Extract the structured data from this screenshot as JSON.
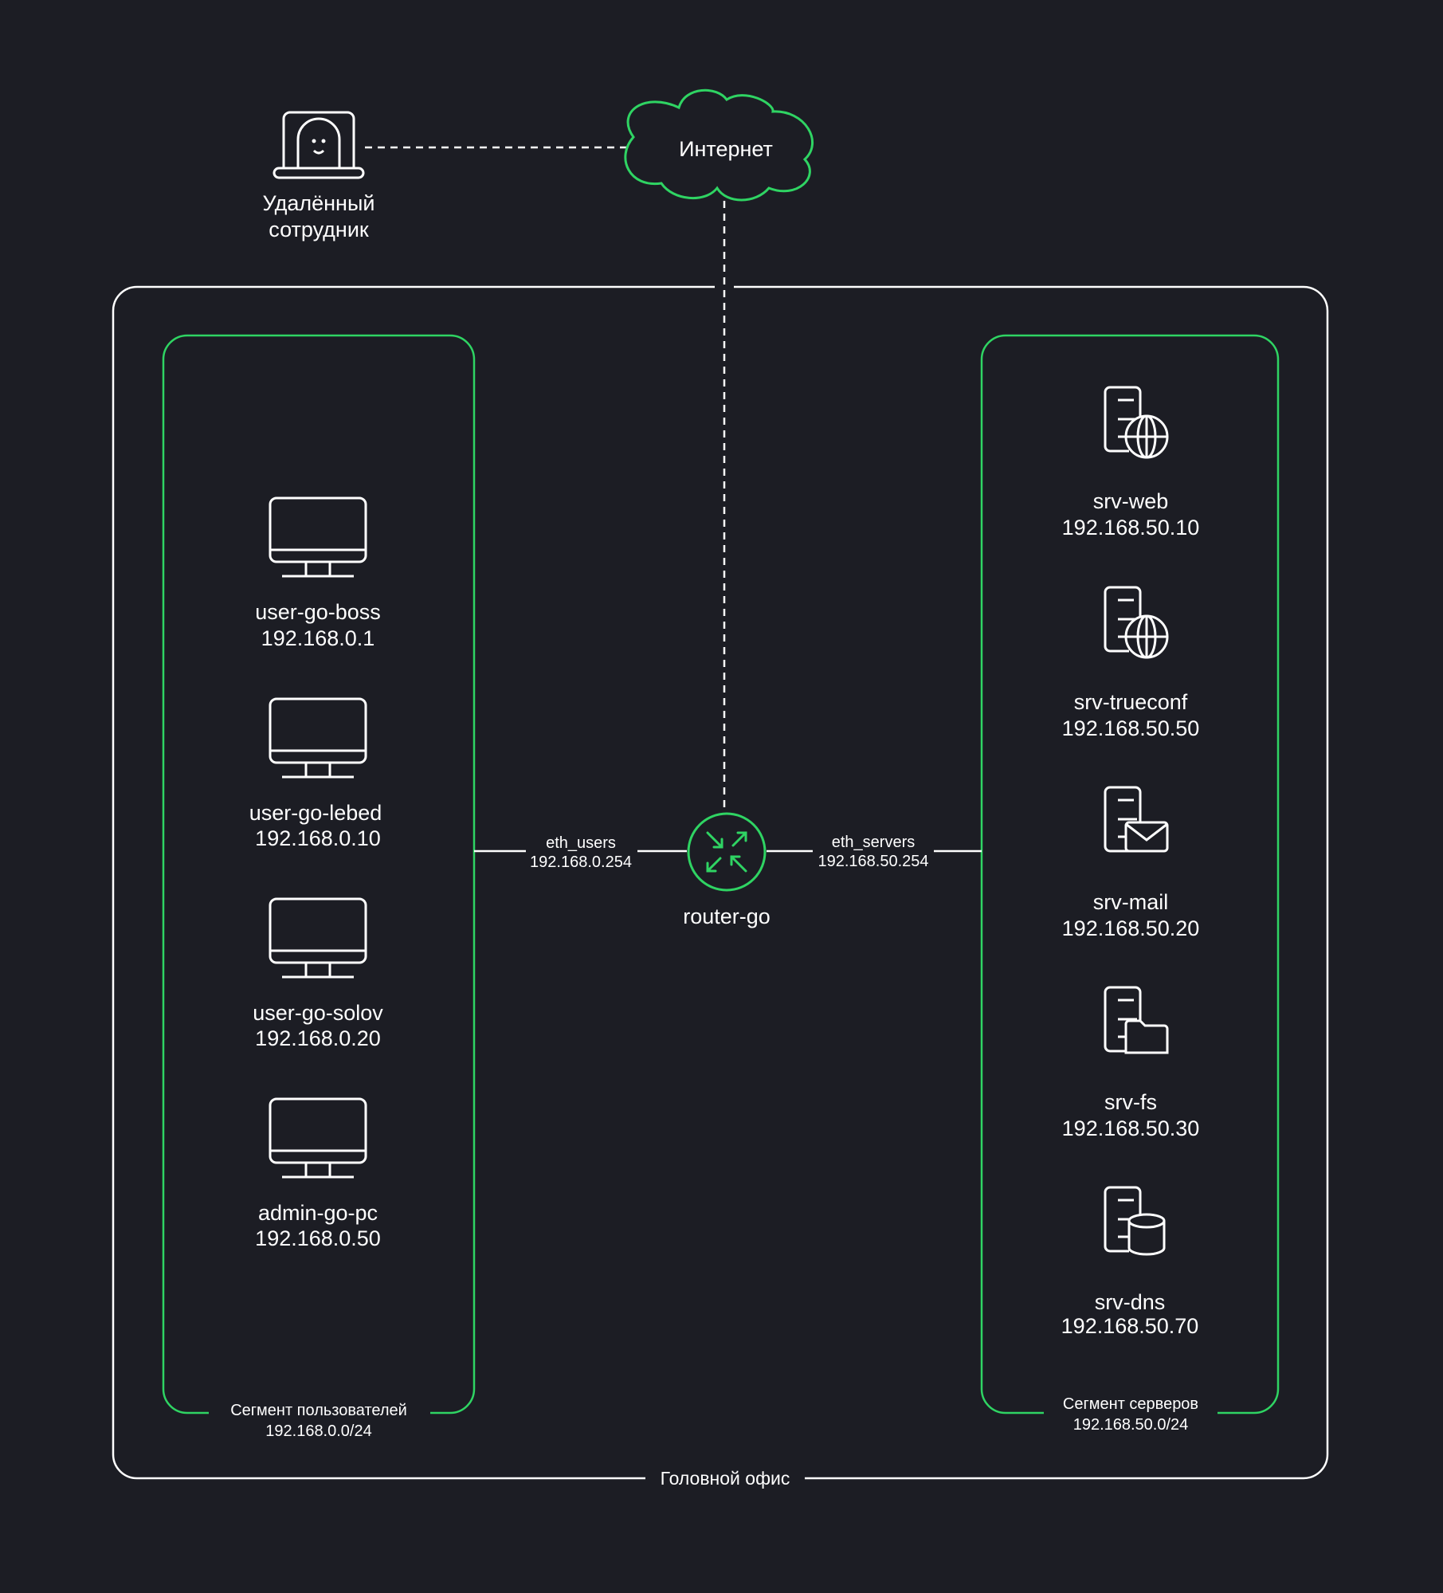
{
  "colors": {
    "background": "#1c1d24",
    "accent": "#2fd463",
    "line": "#ffffff"
  },
  "remote": {
    "label_line1": "Удалённый",
    "label_line2": "сотрудник",
    "icon": "laptop-icon"
  },
  "internet": {
    "label": "Интернет",
    "icon": "cloud-icon"
  },
  "head_office": {
    "label": "Головной офис"
  },
  "users_segment": {
    "label": "Сегмент пользователей",
    "subnet": "192.168.0.0/24",
    "hosts": [
      {
        "name": "user-go-boss",
        "ip": "192.168.0.1",
        "icon": "monitor-icon"
      },
      {
        "name": "user-go-lebed",
        "ip": "192.168.0.10",
        "icon": "monitor-icon"
      },
      {
        "name": "user-go-solov",
        "ip": "192.168.0.20",
        "icon": "monitor-icon"
      },
      {
        "name": "admin-go-pc",
        "ip": "192.168.0.50",
        "icon": "monitor-icon"
      }
    ]
  },
  "servers_segment": {
    "label": "Сегмент серверов",
    "subnet": "192.168.50.0/24",
    "hosts": [
      {
        "name": "srv-web",
        "ip": "192.168.50.10",
        "icon": "server-globe-icon"
      },
      {
        "name": "srv-trueconf",
        "ip": "192.168.50.50",
        "icon": "server-globe-icon"
      },
      {
        "name": "srv-mail",
        "ip": "192.168.50.20",
        "icon": "server-mail-icon"
      },
      {
        "name": "srv-fs",
        "ip": "192.168.50.30",
        "icon": "server-folder-icon"
      },
      {
        "name": "srv-dns",
        "ip": "192.168.50.70",
        "icon": "server-database-icon"
      }
    ]
  },
  "router": {
    "name": "router-go",
    "icon": "router-icon",
    "if_users": {
      "name": "eth_users",
      "ip": "192.168.0.254"
    },
    "if_servers": {
      "name": "eth_servers",
      "ip": "192.168.50.254"
    }
  }
}
